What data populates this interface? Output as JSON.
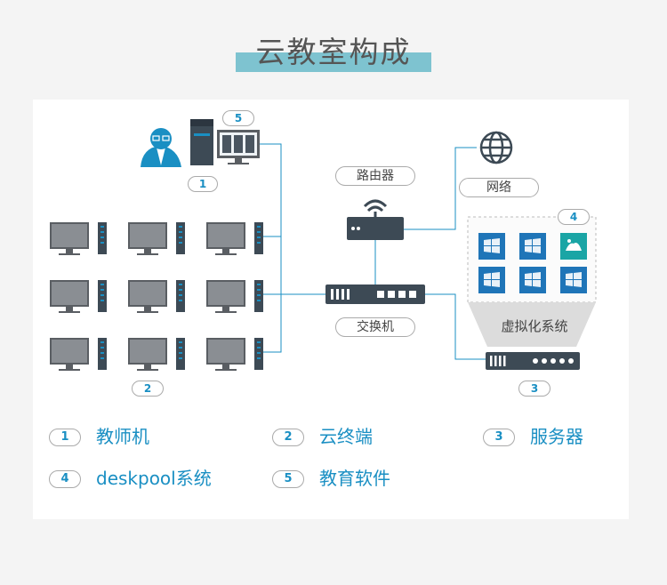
{
  "title": "云教室构成",
  "labels": {
    "router": "路由器",
    "network": "网络",
    "switch": "交换机",
    "virtualization": "虚拟化系统"
  },
  "markers": {
    "teacher": "1",
    "terminals": "2",
    "server": "3",
    "deskpool": "4",
    "software": "5"
  },
  "legend": [
    {
      "num": "1",
      "label": "教师机"
    },
    {
      "num": "2",
      "label": "云终端"
    },
    {
      "num": "3",
      "label": "服务器"
    },
    {
      "num": "4",
      "label": "deskpool系统"
    },
    {
      "num": "5",
      "label": "教育软件"
    }
  ],
  "colors": {
    "accent": "#1a8fc3",
    "title_bar": "#7ec3d0",
    "device_dark": "#4a5560",
    "monitor_screen": "#777b80"
  }
}
